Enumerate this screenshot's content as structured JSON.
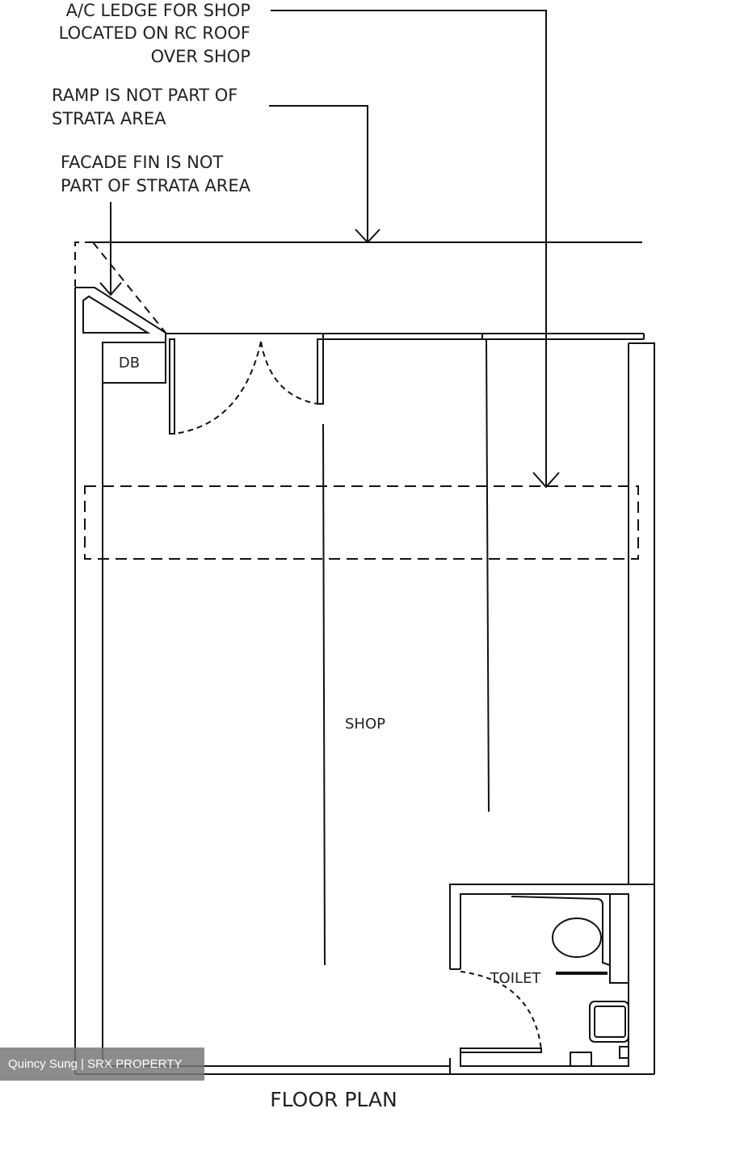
{
  "annotations": {
    "ac_ledge": [
      "A/C LEDGE FOR SHOP",
      "LOCATED ON RC ROOF",
      "OVER SHOP"
    ],
    "ramp": [
      "RAMP IS NOT PART OF",
      "STRATA AREA"
    ],
    "facade_fin": [
      "FACADE FIN IS NOT",
      "PART OF STRATA AREA"
    ]
  },
  "rooms": {
    "db": "DB",
    "shop": "SHOP",
    "toilet": "TOILET"
  },
  "title": "FLOOR PLAN",
  "watermark": "Quincy Sung | SRX PROPERTY"
}
